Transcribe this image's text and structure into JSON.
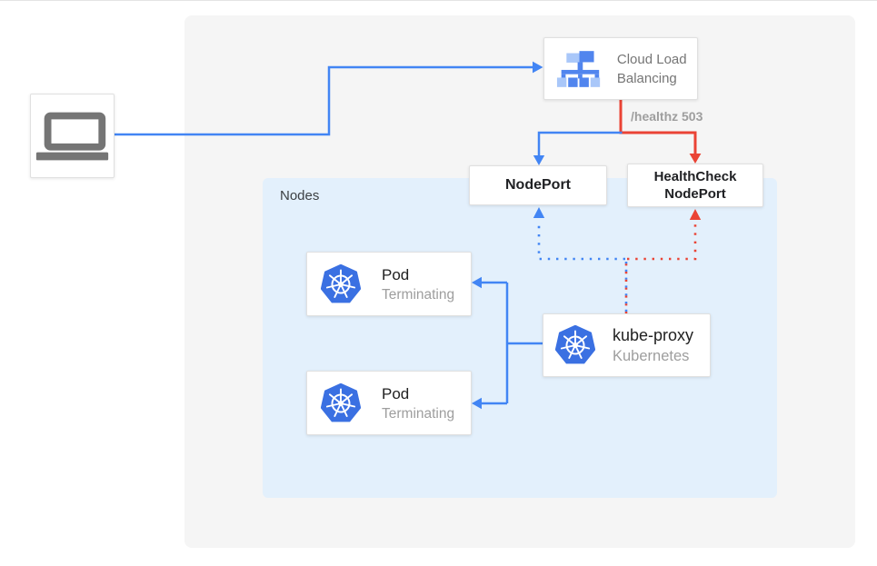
{
  "colors": {
    "line_blue": "#4285F4",
    "line_red": "#EA4335",
    "outer_panel_gray": "#F5F5F5",
    "nodes_panel_blue": "#E3F0FC",
    "card_border": "#E0E0E0",
    "text_dark": "#212121",
    "text_gray": "#757575",
    "text_light_gray": "#9E9E9E",
    "kubernetes_blue": "#3A70E2",
    "laptop_gray": "#757575",
    "lb_icon_dark": "#5185EE",
    "lb_icon_light": "#A9C7F9"
  },
  "icons": {
    "client": "laptop-icon",
    "load_balancer": "cloud-load-balancing-icon",
    "kubernetes": "kubernetes-wheel-icon"
  },
  "cards": {
    "cloud_load_balancing": {
      "label": "Cloud Load Balancing"
    },
    "nodeport": {
      "label": "NodePort"
    },
    "healthcheck_nodeport": {
      "label": "HealthCheck NodePort"
    },
    "kube_proxy": {
      "title": "kube-proxy",
      "subtitle": "Kubernetes"
    },
    "pods": [
      {
        "title": "Pod",
        "subtitle": "Terminating"
      },
      {
        "title": "Pod",
        "subtitle": "Terminating"
      }
    ]
  },
  "labels": {
    "nodes_container": "Nodes",
    "health_check_path": "/healthz 503"
  }
}
